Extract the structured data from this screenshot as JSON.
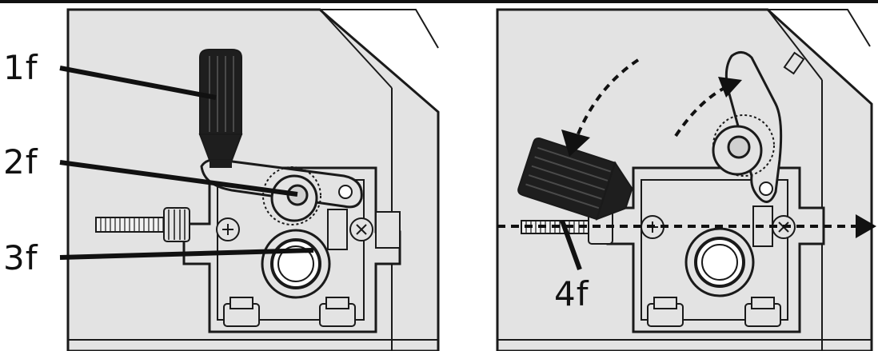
{
  "figure": {
    "panels": [
      {
        "id": "left",
        "callouts": [
          {
            "label": "1f"
          },
          {
            "label": "2f"
          },
          {
            "label": "3f"
          }
        ]
      },
      {
        "id": "right",
        "callouts": [
          {
            "label": "4f"
          }
        ]
      }
    ]
  },
  "colors": {
    "panel_fill": "#e3e3e3",
    "outline": "#1a1a1a",
    "knob": "#1e1e1e",
    "background": "#ffffff"
  },
  "icons": {
    "arrow_style": "dashed-curved-arrow",
    "feed_arrow": "dashed-straight-arrow"
  }
}
